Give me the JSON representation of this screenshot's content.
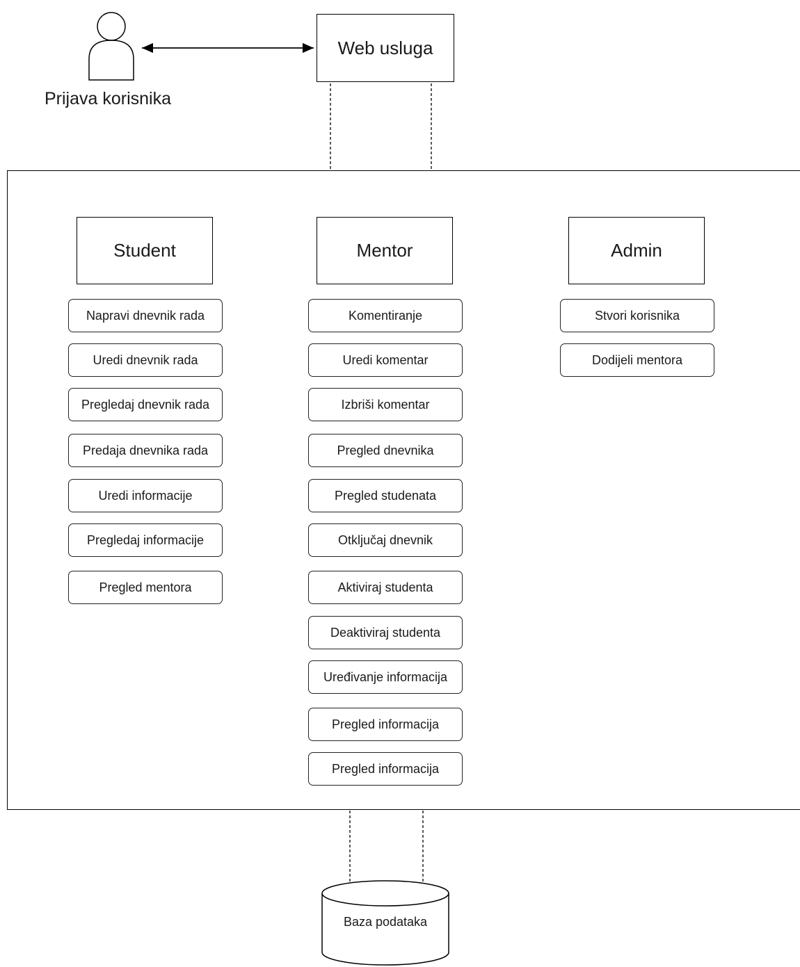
{
  "actor": {
    "label": "Prijava korisnika",
    "icon": "user-icon"
  },
  "web_service": {
    "label": "Web usluga"
  },
  "roles": [
    {
      "key": "student",
      "title": "Student",
      "items": [
        "Napravi dnevnik rada",
        "Uredi dnevnik rada",
        "Pregledaj dnevnik rada",
        "Predaja dnevnika rada",
        "Uredi informacije",
        "Pregledaj informacije",
        "Pregled mentora"
      ]
    },
    {
      "key": "mentor",
      "title": "Mentor",
      "items": [
        "Komentiranje",
        "Uredi komentar",
        "Izbriši komentar",
        "Pregled dnevnika",
        "Pregled studenata",
        "Otključaj dnevnik",
        "Aktiviraj studenta",
        "Deaktiviraj studenta",
        "Uređivanje informacija",
        "Pregled informacija",
        "Pregled informacija"
      ]
    },
    {
      "key": "admin",
      "title": "Admin",
      "items": [
        "Stvori korisnika",
        "Dodijeli mentora"
      ]
    }
  ],
  "database": {
    "label": "Baza podataka",
    "icon": "database-cylinder-icon"
  }
}
